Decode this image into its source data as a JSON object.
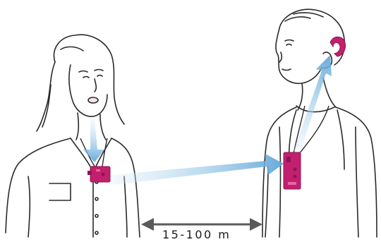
{
  "diagram": {
    "distance_label": "15-100 m",
    "colors": {
      "line": "#2a2a2a",
      "device": "#c2206f",
      "device_dark": "#8e1552",
      "signal": "#7fb8e0",
      "signal_light": "#d8ebf7",
      "arrow": "#5a5a5a"
    },
    "icons": [
      "speaker-woman",
      "listener-man",
      "transmitter-device",
      "receiver-device",
      "hearing-aid",
      "signal-arrow",
      "distance-arrow"
    ]
  }
}
